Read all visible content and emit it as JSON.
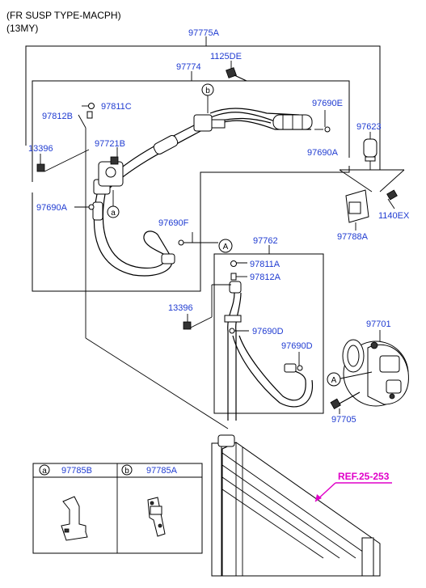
{
  "header": {
    "line1": "(FR SUSP TYPE-MACPH)",
    "line2": "(13MY)"
  },
  "labels": {
    "p97775A": "97775A",
    "p97774": "97774",
    "p1125DE": "1125DE",
    "p97811C": "97811C",
    "p97812B": "97812B",
    "p97690E": "97690E",
    "p97623": "97623",
    "p13396_top": "13396",
    "p97721B": "97721B",
    "p97690A_right": "97690A",
    "p97690A_left": "97690A",
    "p1140EX": "1140EX",
    "p97690F": "97690F",
    "p97788A": "97788A",
    "p97762": "97762",
    "p97811A": "97811A",
    "p97812A": "97812A",
    "p13396_mid": "13396",
    "p97690D_a": "97690D",
    "p97690D_b": "97690D",
    "p97701": "97701",
    "p97705": "97705",
    "ref": "REF.25-253"
  },
  "callouts": {
    "a": "a",
    "b": "b",
    "A": "A"
  },
  "legend": {
    "a_letter": "a",
    "a_part": "97785B",
    "b_letter": "b",
    "b_part": "97785A"
  },
  "colors": {
    "label": "#1f3bd1",
    "ref": "#e000c8",
    "line": "#000000"
  }
}
